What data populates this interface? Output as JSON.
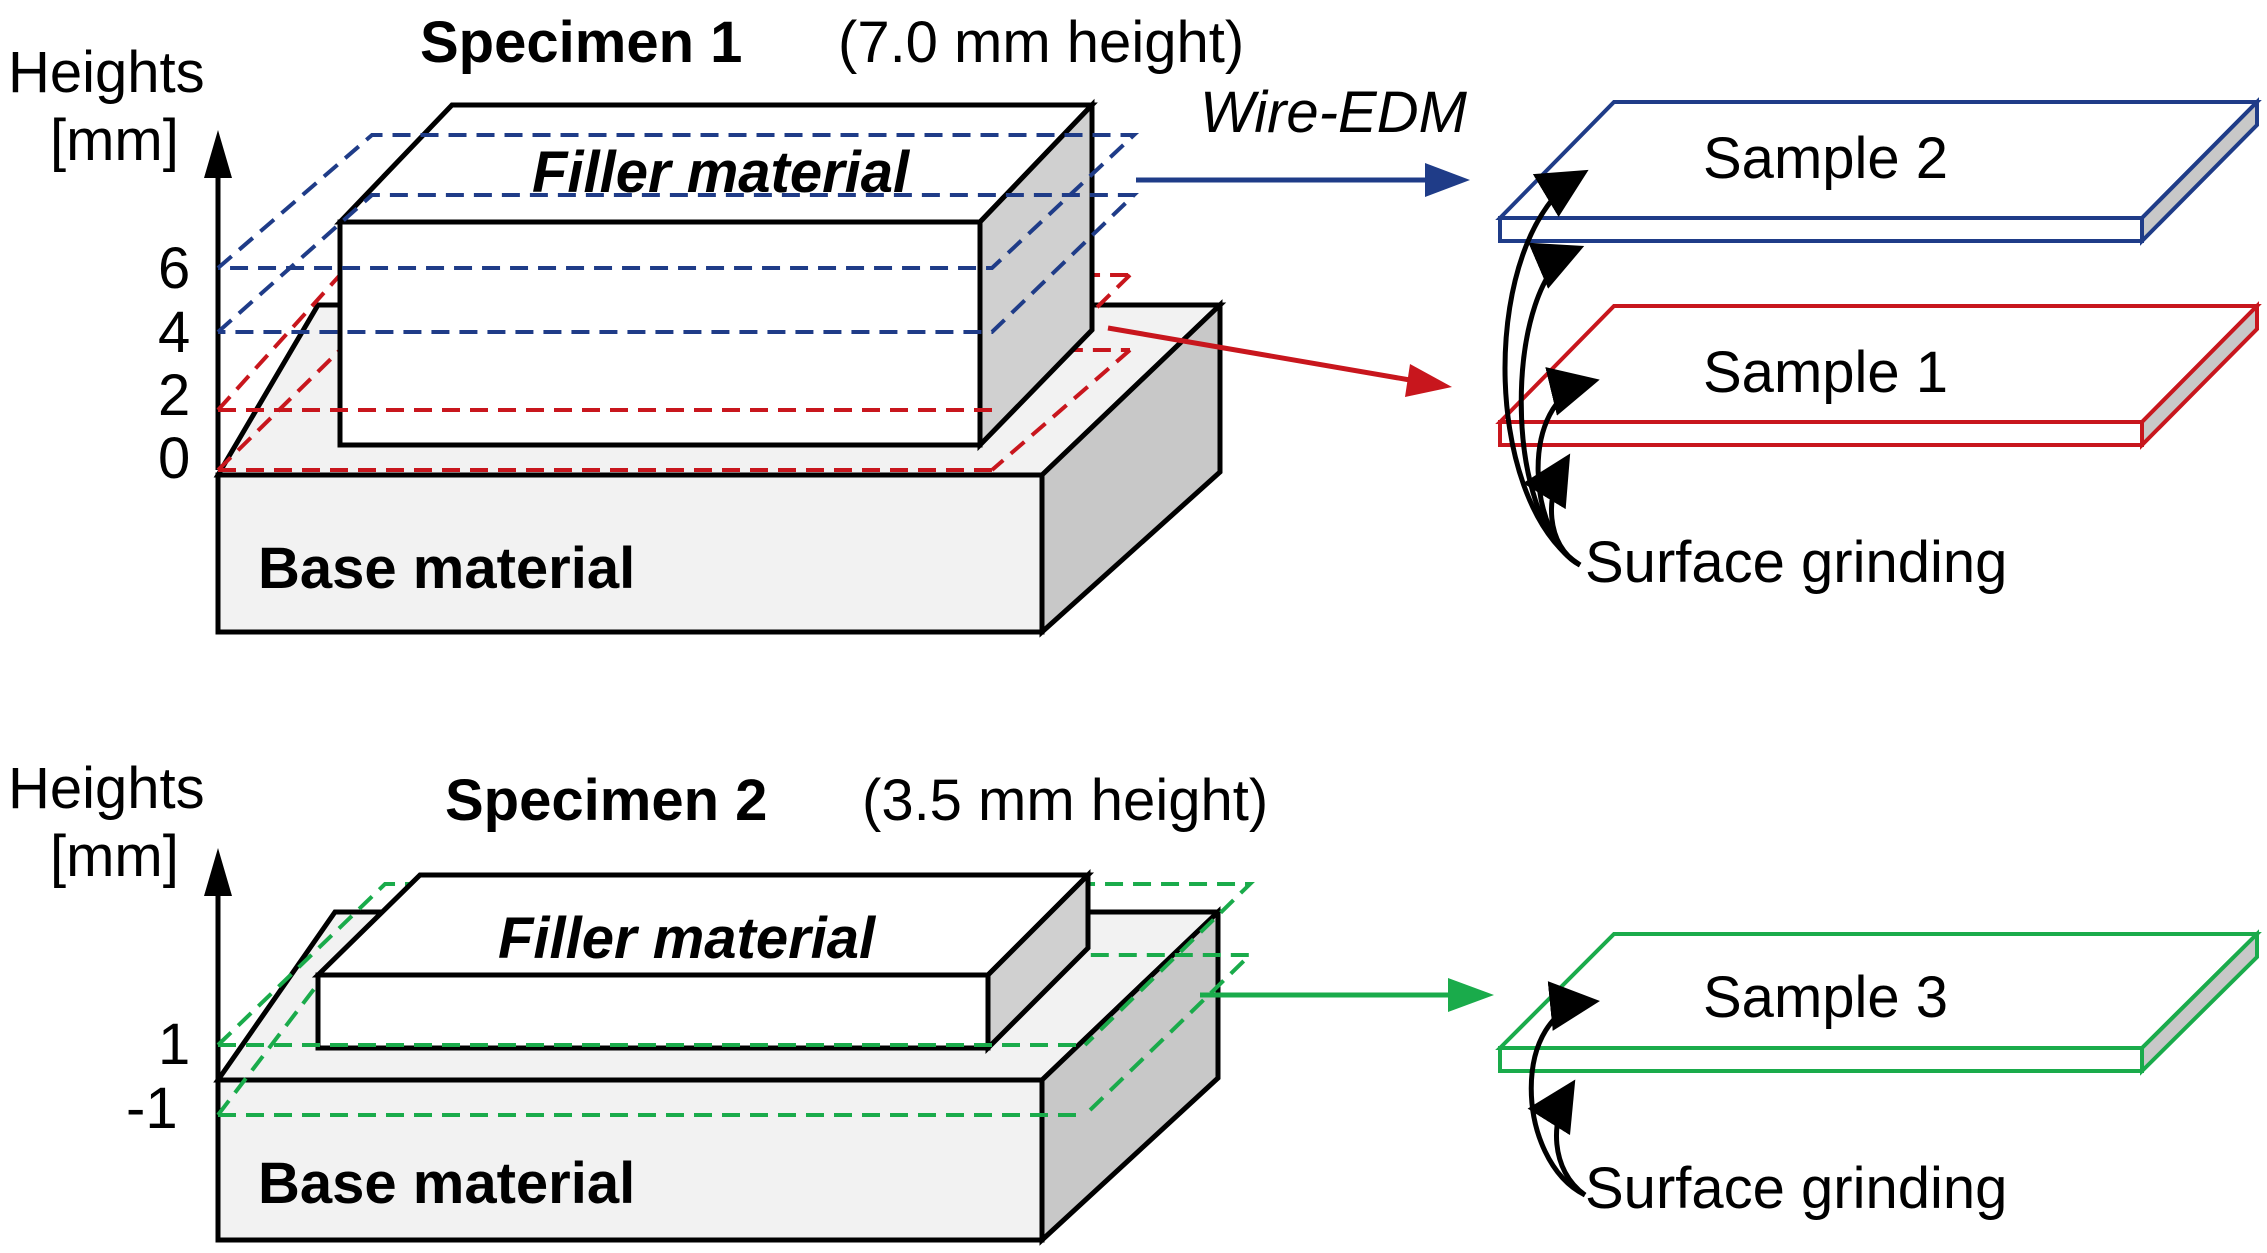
{
  "specimen1": {
    "title_bold": "Specimen 1",
    "title_rest": "(7.0 mm height)",
    "axis_title_line1": "Heights",
    "axis_title_line2": "[mm]",
    "ticks": [
      "6",
      "4",
      "2",
      "0"
    ],
    "filler_label": "Filler material",
    "base_label": "Base material"
  },
  "specimen2": {
    "title_bold": "Specimen 2",
    "title_rest": "(3.5 mm height)",
    "axis_title_line1": "Heights",
    "axis_title_line2": "[mm]",
    "ticks": [
      "1",
      "-1"
    ],
    "filler_label": "Filler material",
    "base_label": "Base material"
  },
  "process": {
    "wire_edm": "Wire-EDM",
    "grinding_1": "Surface grinding",
    "grinding_2": "Surface grinding"
  },
  "samples": [
    {
      "label": "Sample 2",
      "color": "#1f3c88"
    },
    {
      "label": "Sample 1",
      "color": "#c8161d"
    },
    {
      "label": "Sample 3",
      "color": "#1aab4b"
    }
  ],
  "colors": {
    "block_face": "#f2f2f2",
    "block_side": "#c8c8c8",
    "outline": "#000000"
  }
}
